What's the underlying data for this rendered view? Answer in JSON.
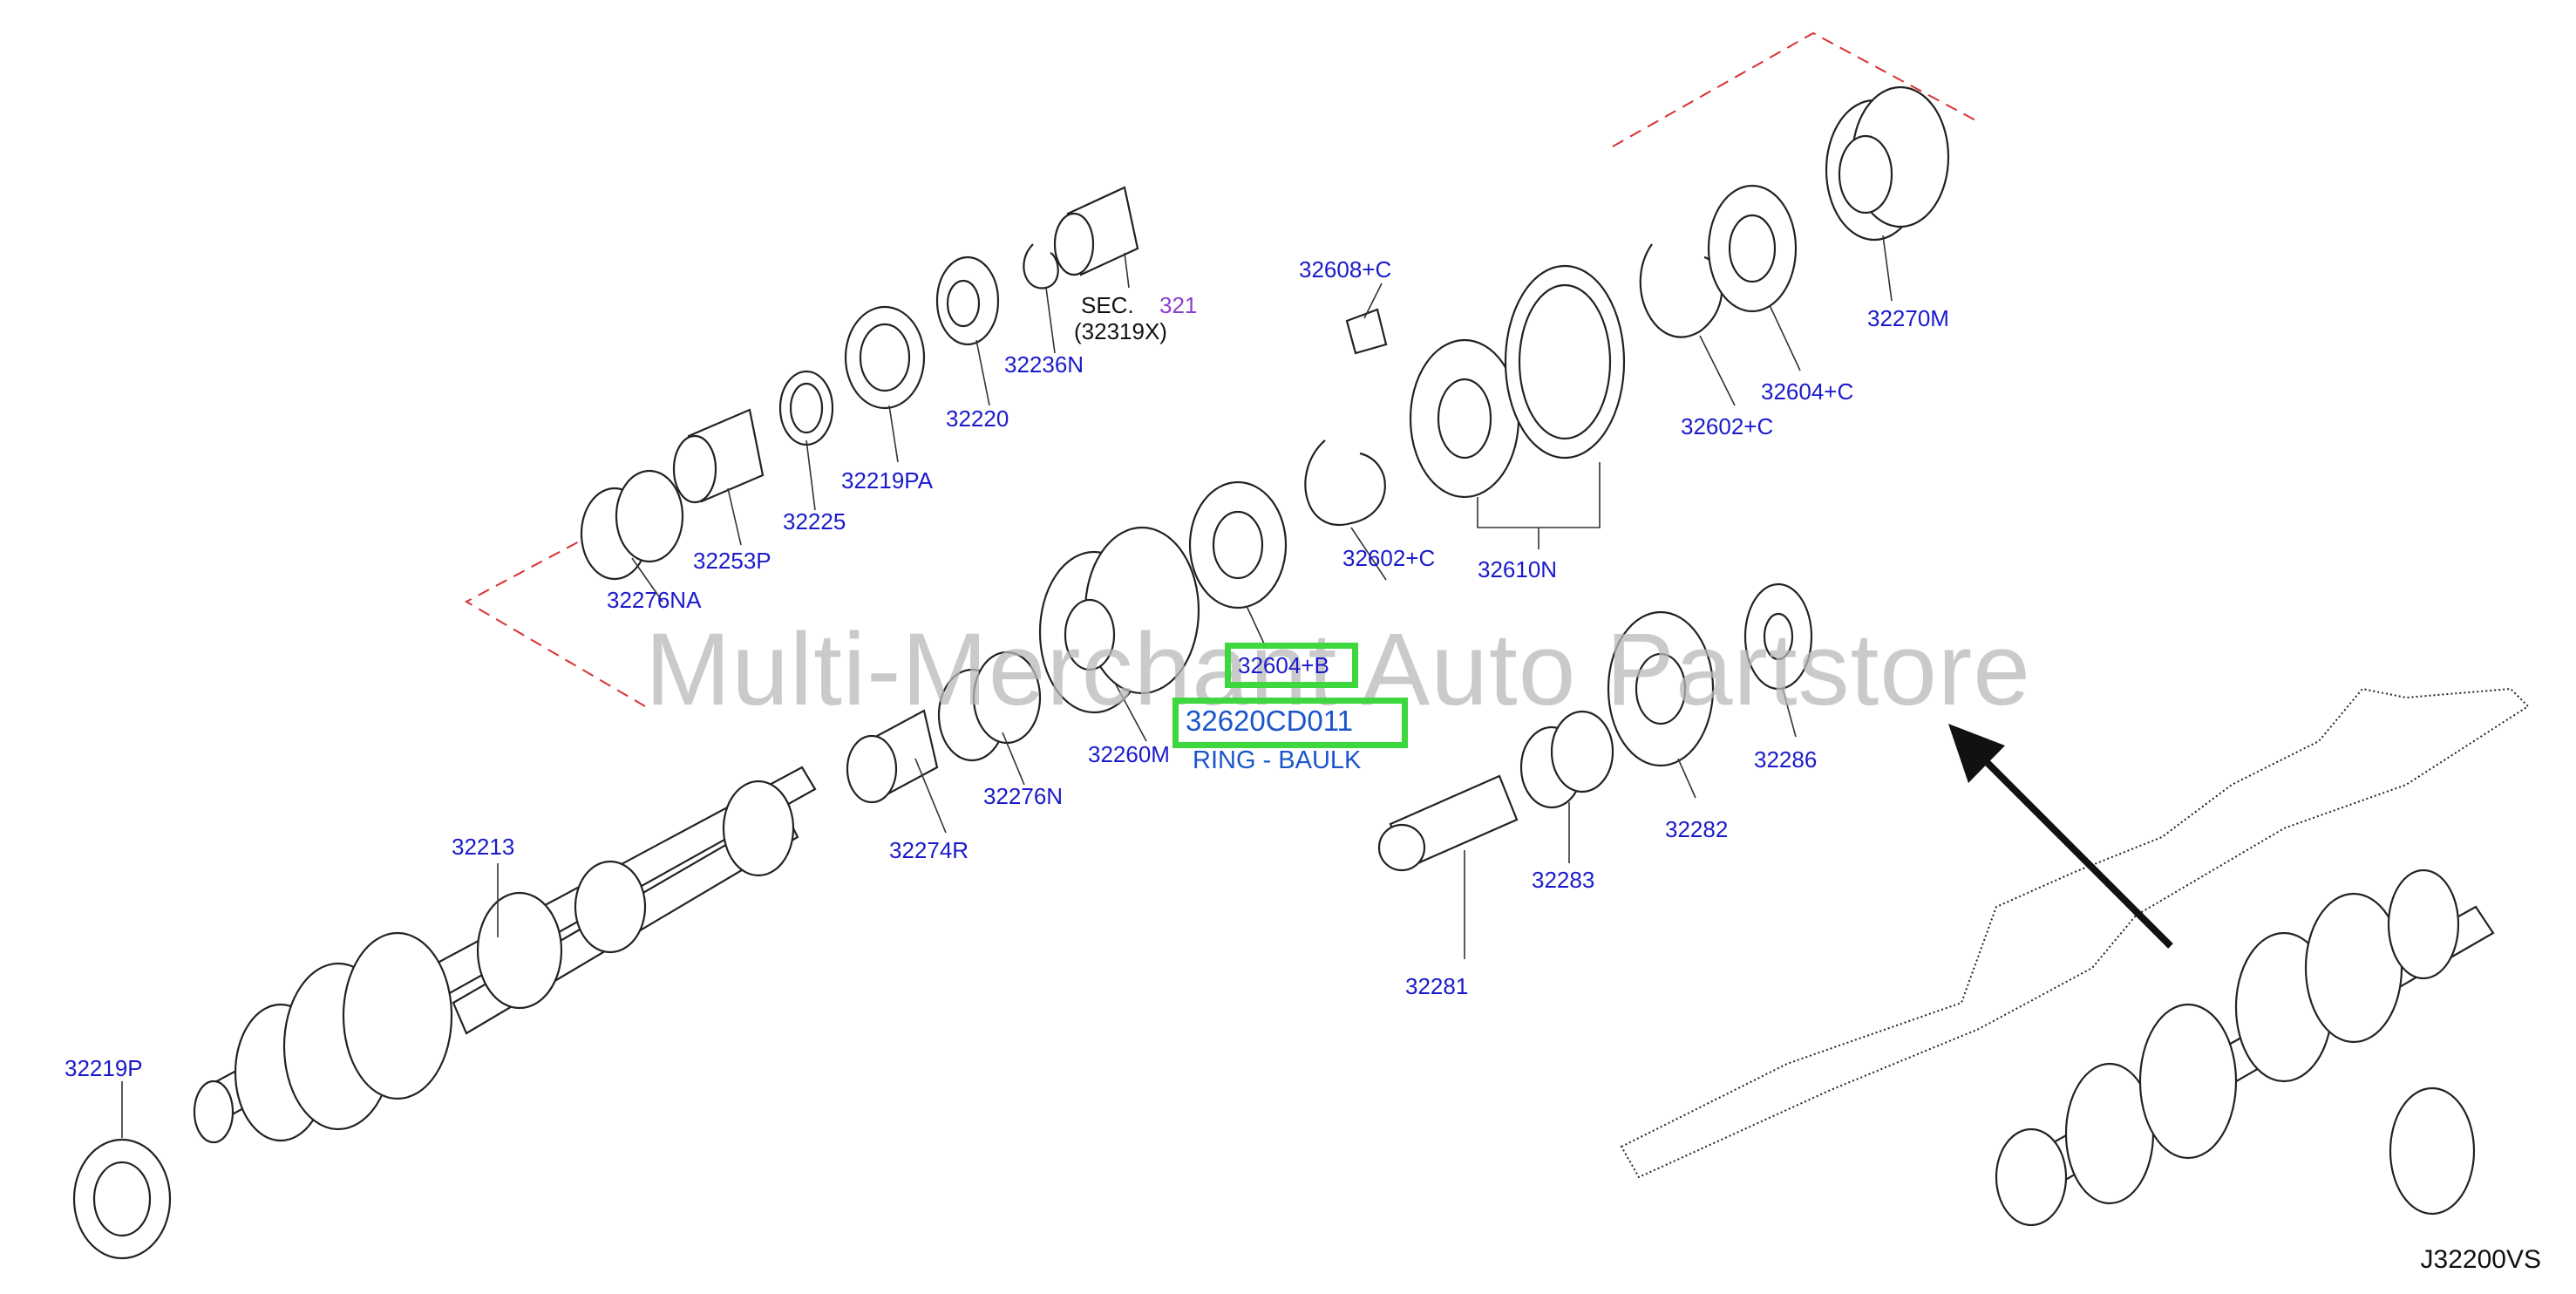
{
  "diagram": {
    "code": "J32200VS",
    "watermark": "Multi-Merchant Auto Partstore",
    "section_ref": {
      "prefix": "SEC.",
      "number": "321",
      "sub": "(32319X)"
    },
    "highlight": {
      "secondary_label": "32604+B",
      "part_number": "32620CD011",
      "part_name": "RING - BAULK"
    },
    "parts": [
      "32213",
      "32219P",
      "32274R",
      "32276N",
      "32260M",
      "32276NA",
      "32253P",
      "32225",
      "32219PA",
      "32220",
      "32236N",
      "32608+C",
      "32602+C",
      "32610N",
      "32602+C",
      "32604+C",
      "32270M",
      "32281",
      "32283",
      "32282",
      "32286"
    ]
  }
}
